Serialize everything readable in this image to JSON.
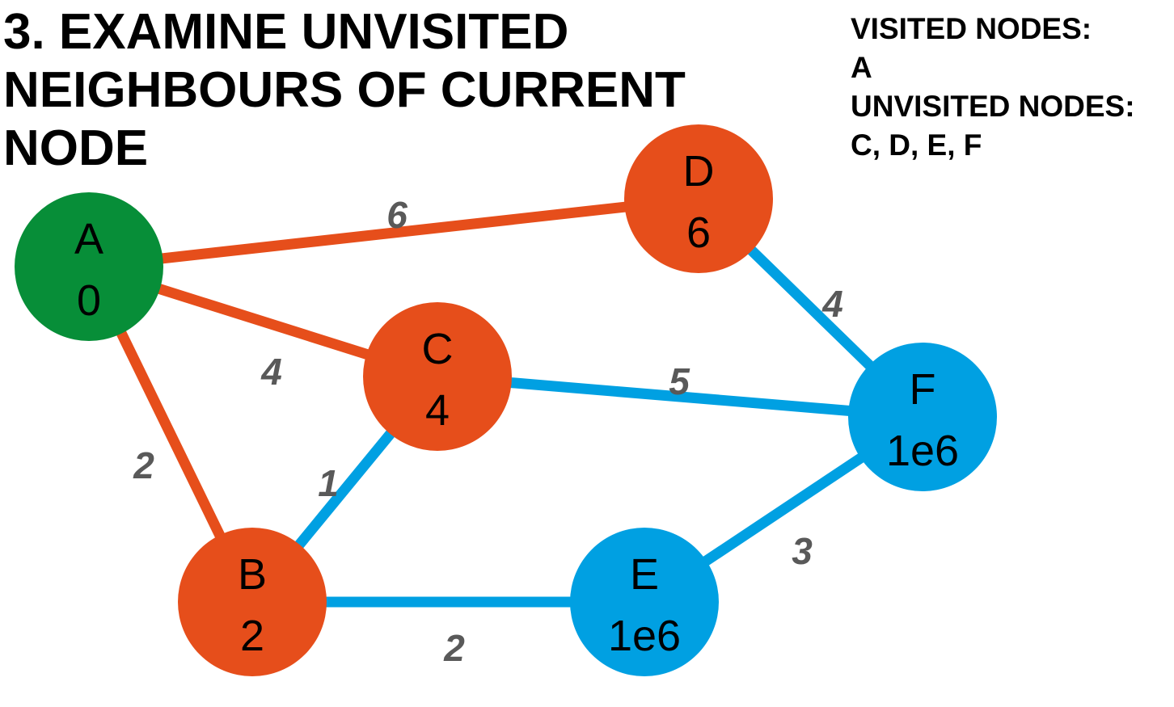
{
  "title": {
    "lines": [
      "3. EXAMINE UNVISITED",
      "NEIGHBOURS OF CURRENT",
      "NODE"
    ]
  },
  "status": {
    "visited_label": "VISITED NODES:",
    "visited_value": "A",
    "unvisited_label": "UNVISITED NODES:",
    "unvisited_value": "C, D, E, F"
  },
  "colors": {
    "visited": "#078e38",
    "examined": "#e64e1b",
    "unvisited": "#00a0e2",
    "weight_text": "#595959",
    "text": "#000000"
  },
  "graph": {
    "nodes": [
      {
        "id": "A",
        "name": "A",
        "distance": "0",
        "state": "visited"
      },
      {
        "id": "B",
        "name": "B",
        "distance": "2",
        "state": "examined"
      },
      {
        "id": "C",
        "name": "C",
        "distance": "4",
        "state": "examined"
      },
      {
        "id": "D",
        "name": "D",
        "distance": "6",
        "state": "examined"
      },
      {
        "id": "E",
        "name": "E",
        "distance": "1e6",
        "state": "unvisited"
      },
      {
        "id": "F",
        "name": "F",
        "distance": "1e6",
        "state": "unvisited"
      }
    ],
    "edges": [
      {
        "from": "A",
        "to": "D",
        "weight": "6",
        "state": "examined"
      },
      {
        "from": "A",
        "to": "C",
        "weight": "4",
        "state": "examined"
      },
      {
        "from": "A",
        "to": "B",
        "weight": "2",
        "state": "examined"
      },
      {
        "from": "B",
        "to": "C",
        "weight": "1",
        "state": "unvisited"
      },
      {
        "from": "B",
        "to": "E",
        "weight": "2",
        "state": "unvisited"
      },
      {
        "from": "C",
        "to": "F",
        "weight": "5",
        "state": "unvisited"
      },
      {
        "from": "D",
        "to": "F",
        "weight": "4",
        "state": "unvisited"
      },
      {
        "from": "E",
        "to": "F",
        "weight": "3",
        "state": "unvisited"
      }
    ]
  }
}
